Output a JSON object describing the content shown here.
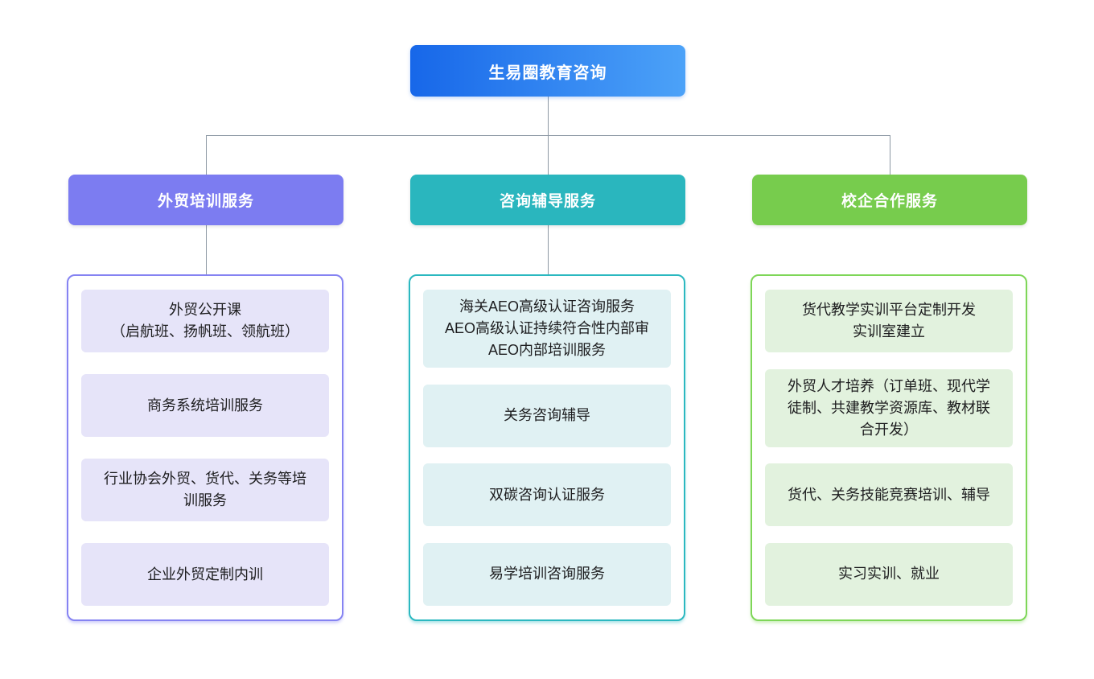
{
  "root": {
    "label": "生易圈教育咨询",
    "gradient_from": "#1767e9",
    "gradient_to": "#4ca2f8"
  },
  "connector_color": "#8d98a4",
  "branches": [
    {
      "label": "外贸培训服务",
      "header_color": "#7c7cf1",
      "border_color": "#8583f2",
      "item_bg": "#e6e4f9",
      "items": [
        {
          "text": "外贸公开课\n（启航班、扬帆班、领航班）"
        },
        {
          "text": "商务系统培训服务"
        },
        {
          "text": "行业协会外贸、货代、关务等培\n训服务"
        },
        {
          "text": "企业外贸定制内训"
        }
      ]
    },
    {
      "label": "咨询辅导服务",
      "header_color": "#2ab6be",
      "border_color": "#2bb8c0",
      "item_bg": "#e0f1f3",
      "items": [
        {
          "text": "海关AEO高级认证咨询服务\nAEO高级认证持续符合性内部审\nAEO内部培训服务"
        },
        {
          "text": "关务咨询辅导"
        },
        {
          "text": "双碳咨询认证服务"
        },
        {
          "text": "易学培训咨询服务"
        }
      ]
    },
    {
      "label": "校企合作服务",
      "header_color": "#77cc4d",
      "border_color": "#7ed658",
      "item_bg": "#e2f2de",
      "items": [
        {
          "text": "货代教学实训平台定制开发\n实训室建立"
        },
        {
          "text": "外贸人才培养（订单班、现代学\n徒制、共建教学资源库、教材联\n合开发）"
        },
        {
          "text": "货代、关务技能竞赛培训、辅导"
        },
        {
          "text": "实习实训、就业"
        }
      ]
    }
  ]
}
